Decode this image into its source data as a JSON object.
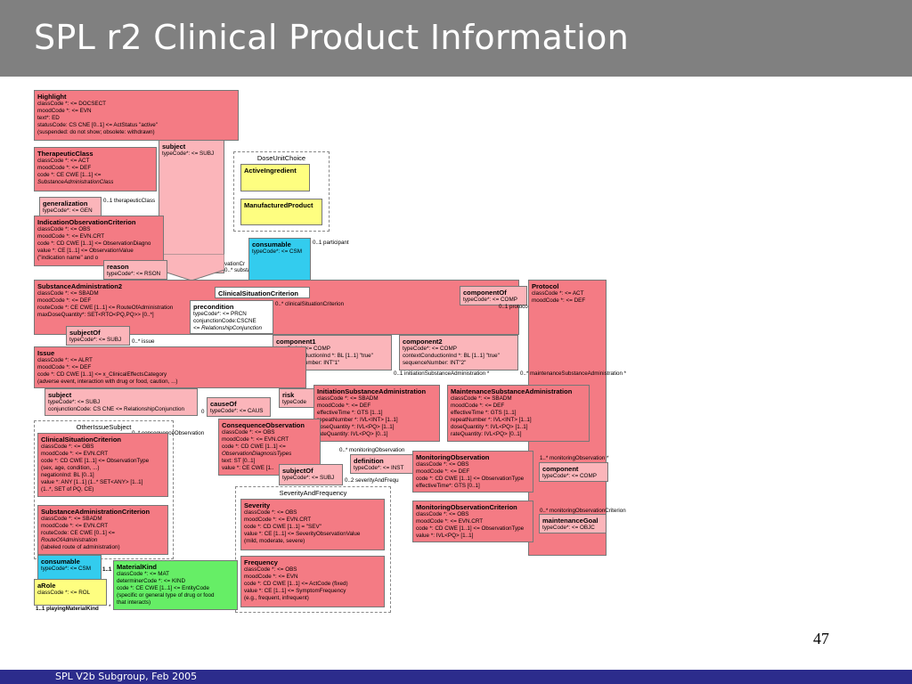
{
  "title": "SPL r2 Clinical Product Information",
  "footer": "SPL V2b Subgroup, Feb 2005",
  "page_number": "47",
  "colors": {
    "title_bar": "#808080",
    "footer_bar": "#2c2c8c",
    "act": "#f47b84",
    "act_relationship": "#fbb5ba",
    "participation": "#33ccee",
    "role": "#fefe80",
    "entity": "#66ee66"
  },
  "diagram": {
    "highlight": {
      "title": "Highlight",
      "lines": [
        "classCode  *: <= DOCSECT",
        "moodCode *: <= EVN",
        "text*: ED",
        "statusCode: CS CNE [0..1] <= ActStatus  \"active\"",
        "  (suspended: do not show; obsolete: withdrawn)"
      ]
    },
    "subject_top": {
      "title": "subject",
      "lines": [
        "typeCode*: <= SUBJ"
      ]
    },
    "therapeutic_class": {
      "title": "TherapeuticClass",
      "lines": [
        "classCode  *: <= ACT",
        "moodCode *: <= DEF",
        "code *: CE CWE [1..1] <=",
        "SubstanceAdministrationClass"
      ]
    },
    "generalization": {
      "title": "generalization",
      "lines": [
        "typeCode*: <= GEN"
      ]
    },
    "indication": {
      "title": "IndicationObservationCriterion",
      "lines": [
        "classCode  *: <= OBS",
        "moodCode *: <= EVN.CRT",
        "code *: CD CWE [1..1] <= ObservationDiagno",
        "value *: CE [1..1] <= ObservationValue",
        "  (\"indication name\" and o"
      ]
    },
    "reason": {
      "title": "reason",
      "lines": [
        "typeCode*: <= RSON"
      ]
    },
    "dose_unit_choice": {
      "title": "DoseUnitChoice",
      "items": [
        "ActiveIngredient",
        "ManufacturedProduct"
      ]
    },
    "consumable_top": {
      "title": "consumable",
      "lines": [
        "typeCode*: <= CSM"
      ]
    },
    "substance_admin2": {
      "title": "SubstanceAdministration2",
      "lines": [
        "classCode  *: <= SBADM",
        "moodCode *: <= DEF",
        "routeCode *: CE CWE [1..1] <= RouteOfAdministration",
        "maxDoseQuantity*: SET<RTO<PQ,PQ>> [0..*]"
      ]
    },
    "clinical_situation_label": "ClinicalSituationCriterion",
    "precondition": {
      "title": "precondition",
      "lines": [
        "typeCode*: <= PRCN",
        "conjunctionCode:CSCNE",
        "  <= RelationshipConjunction"
      ]
    },
    "component_of": {
      "title": "componentOf",
      "lines": [
        "typeCode*: <= COMP"
      ]
    },
    "protocol": {
      "title": "Protocol",
      "lines": [
        "classCode  *: <= ACT",
        "moodCode *: <= DEF"
      ]
    },
    "subject_of": {
      "title": "subjectOf",
      "lines": [
        "typeCode*: <= SUBJ"
      ]
    },
    "component1": {
      "title": "component1",
      "lines": [
        "typeCode*: <= COMP",
        "contextConductionInd    *: BL [1..1] \"true\"",
        "sequenceNumber: INT\"1\""
      ]
    },
    "component2": {
      "title": "component2",
      "lines": [
        "typeCode*: <= COMP",
        "contextConductionInd    *: BL [1..1] \"true\"",
        "sequenceNumber: INT\"2\""
      ]
    },
    "issue": {
      "title": "Issue",
      "lines": [
        "classCode  *: <= ALRT",
        "moodCode *: <= DEF",
        "code *: CD CWE [1..1] <= x_ClinicalEffectsCategory",
        "  (adverse event, interaction with drug or food, caution, ...)"
      ]
    },
    "subject_mid": {
      "title": "subject",
      "lines": [
        "typeCode*: <= SUBJ",
        "conjunctionCode: CS CNE <= RelationshipConjunction"
      ]
    },
    "risk": {
      "title": "risk",
      "lines": [
        "typeCode"
      ]
    },
    "cause_of": {
      "title": "causeOf",
      "lines": [
        "typeCode*: <= CAUS"
      ]
    },
    "initiation": {
      "title": "InitiationSubstanceAdministration",
      "lines": [
        "classCode  *: <= SBADM",
        "moodCode *: <= DEF",
        "effectiveTime    *: GTS [1..1]",
        "repeatNumber    *: IVL<INT> [1..1]",
        "doseQuantity   *: IVL<PQ> [1..1]",
        "rateQuantity: IVL<PQ> [0..1]"
      ]
    },
    "maintenance": {
      "title": "MaintenanceSubstanceAdministration",
      "lines": [
        "classCode  *: <= SBADM",
        "moodCode *: <= DEF",
        "effectiveTime    *: GTS [1..1]",
        "repeatNumber   *: IVL<INT> [1..1]",
        "doseQuantity   *: IVL<PQ> [1..1]",
        "rateQuantity: IVL<PQ> [0..1]"
      ]
    },
    "other_issue_subject": {
      "title": "OtherIssueSubject"
    },
    "clinical_situation2": {
      "title": "ClinicalSituationCriterion",
      "lines": [
        "classCode  *: <= OBS",
        "moodCode *: <= EVN.CRT",
        "code *: CD CWE [1..1] <= ObservationType",
        "  (sex, age, condition, ...)",
        "negationInd: BL [0..1]",
        "value *: ANY [1..1] (1..* SET<ANY> [1..1]",
        "  (1..*, SET of PQ, CE)"
      ]
    },
    "consequence": {
      "title": "ConsequenceObservation",
      "lines": [
        "classCode  *: <= OBS",
        "moodCode *: <= EVN.CRT",
        "code *: CD CWE [1..1] <=",
        "ObservationDiagnosisTypes",
        "text: ST [0..1]",
        "value *: CE CWE [1.."
      ]
    },
    "definition": {
      "title": "definition",
      "lines": [
        "typeCode*: <= INST"
      ]
    },
    "subject_of2": {
      "title": "subjectOf",
      "lines": [
        "typeCode*: <= SUBJ"
      ]
    },
    "monitoring_obs": {
      "title": "MonitoringObservation",
      "lines": [
        "classCode  *: <= OBS",
        "moodCode *: <= DEF",
        "code *: CD CWE [1..1] <= ObservationType",
        "effectiveTime*: GTS [0..1]"
      ]
    },
    "component_right": {
      "title": "component",
      "lines": [
        "typeCode*: <= COMP"
      ]
    },
    "substance_admin_criterion": {
      "title": "SubstanceAdministrationCriterion",
      "lines": [
        "classCode  *: <= SBADM",
        "moodCode *: <= EVN.CRT",
        "routeCode: CE CWE [0..1] <=",
        "RouteOfAdministration",
        "  (labeled route of administration)"
      ]
    },
    "severity_and_frequency": {
      "title": "SeverityAndFrequency"
    },
    "severity": {
      "title": "Severity",
      "lines": [
        "classCode  *: <= OBS",
        "moodCode *: <= EVN.CRT",
        "code *: CD CWE [1..1] = \"SEV\"",
        "value *: CE [1..1] <= SeverityObservationValue",
        "  (mild, moderate, severe)"
      ]
    },
    "frequency": {
      "title": "Frequency",
      "lines": [
        "classCode  *: <= OBS",
        "moodCode *: <= EVN",
        "code *: CD CWE [1..1] <= ActCode   (fixed)",
        "value *: CE [1..1] <= SymptomFrequency",
        "  (e.g., frequent, infrequent)"
      ]
    },
    "monitoring_criterion": {
      "title": "MonitoringObservationCriterion",
      "lines": [
        "classCode  *: <= OBS",
        "moodCode *: <= EVN.CRT",
        "code *: CD CWE [1..1] <= ObservationType",
        "value *: IVL<PQ> [1..1]"
      ]
    },
    "maintenance_goal": {
      "title": "maintenanceGoal",
      "lines": [
        "typeCode*: <= OBJC"
      ]
    },
    "consumable_bottom": {
      "title": "consumable",
      "lines": [
        "typeCode*: <= CSM"
      ]
    },
    "material_kind": {
      "title": "MaterialKind",
      "lines": [
        "classCode  *: <= MAT",
        "determinerCode *: <= KIND",
        "code *: CE CWE [1..1] <= EntityCode",
        "  (specific or general type of drug or food",
        "  that interacts)"
      ]
    },
    "a_role": {
      "title": "aRole",
      "lines": [
        "classCode  *: <= ROL"
      ]
    },
    "labels": {
      "therapeutic_class_link": "0..1 therapeuticClass",
      "participant": "0..1  participant",
      "substance_admin_link": "0..* substanceAdministration",
      "ovation": "vationCr",
      "clinical_link": "0..* clinicalSituationCriterion",
      "protocol_link": "0..1 protoco",
      "issue_link": "0..* issue",
      "initiation_link": "0..1 initiationSubstanceAdministration  *",
      "maintenance_link": "0..* maintenanceSubstanceAdministration  *",
      "consequence_link": "0..*  consequenceObservation",
      "monitoring_link": "0..* monitoringObservation",
      "monitoring_link2": "1..* monitoringObservation  *",
      "severity_link": "0..2  severityAndFrequ",
      "monitoring_criterion_link": "0..* monitoringObservationCriterion",
      "one_one": "1..1",
      "playing": "1..1   playingMaterialKind",
      "star": "*",
      "zero": "0"
    }
  }
}
